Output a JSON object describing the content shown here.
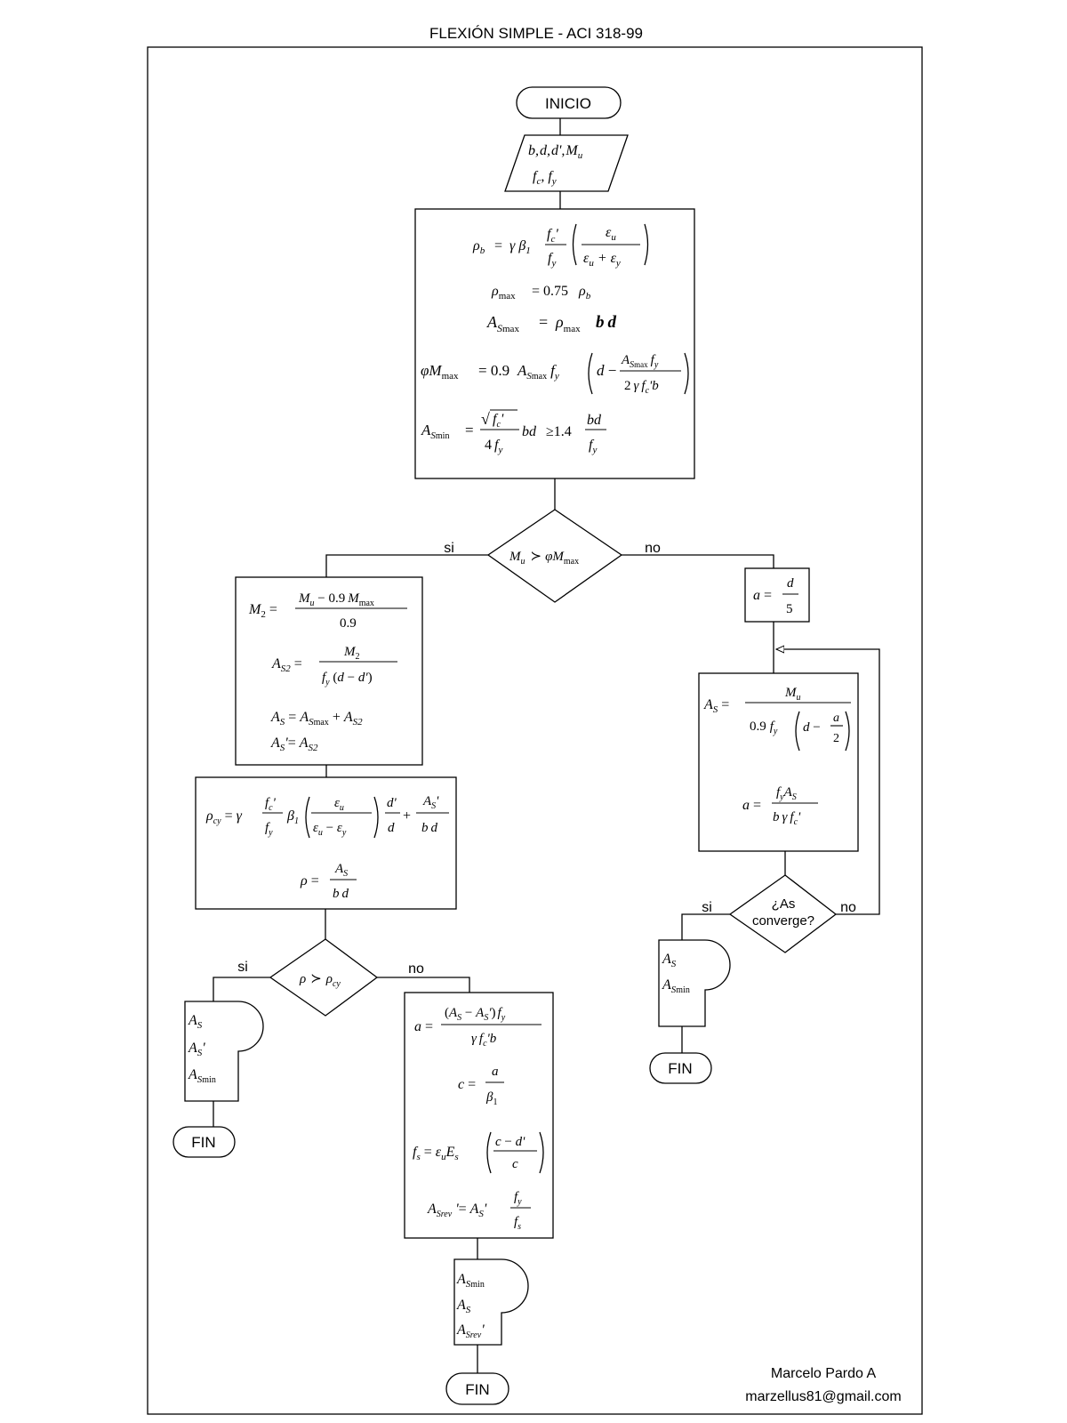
{
  "title": "FLEXIÓN SIMPLE - ACI 318-99",
  "author": {
    "name": "Marcelo Pardo A",
    "email": "marzellus81@gmail.com"
  },
  "terminals": {
    "start": "INICIO",
    "end": "FIN"
  },
  "decisions": {
    "main": {
      "yes": "si",
      "no": "no"
    },
    "rho_cy": {
      "yes": "si",
      "no": "no"
    },
    "converge": {
      "line1": "¿As",
      "line2": "converge?",
      "yes": "si",
      "no": "no"
    }
  },
  "formula_sym": {
    "b": "b",
    "d": "d",
    "dp": "d'",
    "M": "M",
    "u": "u",
    "f": "f",
    "c": "c",
    "y": "y",
    "rho": "ρ",
    "max": "max",
    "min": "min",
    "A": "A",
    "S": "S",
    "S2": "S2",
    "Srev": "Srev",
    "phi": "φ",
    "gamma": "γ",
    "beta": "β",
    "one": "1",
    "eps": "ε",
    "a": "a",
    "s": "s",
    "E": "E",
    "cy": "cy",
    "two": "2",
    "four": "4",
    "five": "5",
    "zero9": "0.9",
    "p75": "0.75",
    "one4": "1.4",
    "sq": "√",
    "gt": "≻",
    "ge": "≥"
  },
  "icons": [
    "terminal-shape",
    "input-parallelogram",
    "process-box",
    "decision-diamond",
    "display-shape",
    "flow-arrow"
  ]
}
